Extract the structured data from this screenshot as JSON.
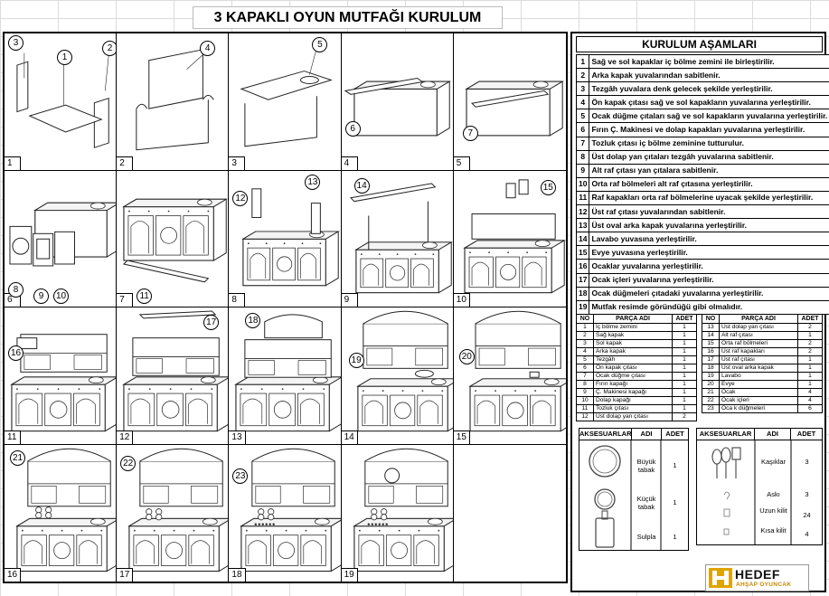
{
  "document": {
    "title": "3 KAPAKLI OYUN MUTFAĞI KURULUM"
  },
  "steps": [
    {
      "number": "1",
      "callouts": [
        "3",
        "1",
        "2"
      ]
    },
    {
      "number": "2",
      "callouts": [
        "4"
      ]
    },
    {
      "number": "3",
      "callouts": [
        "5"
      ]
    },
    {
      "number": "4",
      "callouts": [
        "6"
      ]
    },
    {
      "number": "5",
      "callouts": [
        "7"
      ]
    },
    {
      "number": "6",
      "callouts": [
        "8",
        "9",
        "10"
      ]
    },
    {
      "number": "7",
      "callouts": [
        "11"
      ]
    },
    {
      "number": "8",
      "callouts": [
        "12",
        "13"
      ]
    },
    {
      "number": "9",
      "callouts": [
        "14"
      ]
    },
    {
      "number": "10",
      "callouts": [
        "15"
      ]
    },
    {
      "number": "11",
      "callouts": [
        "16"
      ]
    },
    {
      "number": "12",
      "callouts": [
        "17"
      ]
    },
    {
      "number": "13",
      "callouts": [
        "18"
      ]
    },
    {
      "number": "14",
      "callouts": [
        "19"
      ]
    },
    {
      "number": "15",
      "callouts": [
        "20"
      ]
    },
    {
      "number": "16",
      "callouts": [
        "21"
      ]
    },
    {
      "number": "17",
      "callouts": [
        "22"
      ]
    },
    {
      "number": "18",
      "callouts": [
        "23"
      ]
    },
    {
      "number": "19",
      "callouts": []
    }
  ],
  "assembly": {
    "title": "KURULUM AŞAMLARI",
    "stages": [
      {
        "no": "1",
        "text": "Sağ ve sol kapaklar iç bölme zemini ile birleştirilir."
      },
      {
        "no": "2",
        "text": "Arka kapak yuvalarından sabitlenir."
      },
      {
        "no": "3",
        "text": "Tezgâh yuvalara denk gelecek şekilde yerleştirilir."
      },
      {
        "no": "4",
        "text": "Ön kapak çıtası sağ ve sol kapakların yuvalarına yerleştirilir."
      },
      {
        "no": "5",
        "text": "Ocak düğme çıtaları sağ ve sol kapakların yuvalarına yerleştirilir."
      },
      {
        "no": "6",
        "text": "Fırın Ç. Makinesi ve dolap kapakları yuvalarına yerleştirilir."
      },
      {
        "no": "7",
        "text": "Tozluk çıtası iç bölme zeminine tutturulur."
      },
      {
        "no": "8",
        "text": "Üst dolap yan çıtaları tezgâh yuvalarına sabitlenir."
      },
      {
        "no": "9",
        "text": "Alt raf çıtası yan çıtalara sabitlenir."
      },
      {
        "no": "10",
        "text": "Orta raf bölmeleri alt raf çıtasına yerleştirilir."
      },
      {
        "no": "11",
        "text": "Raf kapakları orta raf bölmelerine uyacak şekilde yerleştirilir."
      },
      {
        "no": "12",
        "text": "Üst raf çıtası yuvalarından sabitlenir."
      },
      {
        "no": "13",
        "text": "Üst oval arka kapak yuvalarına yerleştirilir."
      },
      {
        "no": "14",
        "text": "Lavabo yuvasına yerleştirilir."
      },
      {
        "no": "15",
        "text": "Evye yuvasına yerleştirilir."
      },
      {
        "no": "16",
        "text": "Ocaklar yuvalarına yerleştirilir."
      },
      {
        "no": "17",
        "text": "Ocak içleri yuvalarına yerleştirilir."
      },
      {
        "no": "18",
        "text": "Ocak düğmeleri çıtadaki yuvalarına yerleştirilir."
      },
      {
        "no": "19",
        "text": "Mutfak resimde göründüğü gibi olmalıdır."
      }
    ]
  },
  "parts": {
    "headers": [
      "NO",
      "PARÇA ADI",
      "ADET"
    ],
    "left": [
      {
        "no": "1",
        "name": "İç bölme zemini",
        "qty": "1"
      },
      {
        "no": "2",
        "name": "Sağ kapak",
        "qty": "1"
      },
      {
        "no": "3",
        "name": "Sol kapak",
        "qty": "1"
      },
      {
        "no": "4",
        "name": "Arka kapak",
        "qty": "1"
      },
      {
        "no": "5",
        "name": "Tezgâh",
        "qty": "1"
      },
      {
        "no": "6",
        "name": "Ön kapak çıtası",
        "qty": "1"
      },
      {
        "no": "7",
        "name": "Ocak düğme çıtası",
        "qty": "1"
      },
      {
        "no": "8",
        "name": "Fırın kapağı",
        "qty": "1"
      },
      {
        "no": "9",
        "name": "Ç. Makinesi kapağı",
        "qty": "1"
      },
      {
        "no": "10",
        "name": "Dolap kapağı",
        "qty": "1"
      },
      {
        "no": "11",
        "name": "Tozluk çıtası",
        "qty": "1"
      },
      {
        "no": "12",
        "name": "Üst dolap yan çıtası",
        "qty": "2"
      }
    ],
    "right": [
      {
        "no": "13",
        "name": "Üst dolap yan çıtası",
        "qty": "2"
      },
      {
        "no": "14",
        "name": "Alt raf çıtası",
        "qty": "1"
      },
      {
        "no": "15",
        "name": "Orta raf bölmeleri",
        "qty": "2"
      },
      {
        "no": "16",
        "name": "Üst raf kapakları",
        "qty": "2"
      },
      {
        "no": "17",
        "name": "Üst raf çıtası",
        "qty": "1"
      },
      {
        "no": "18",
        "name": "Üst oval arka kapak",
        "qty": "1"
      },
      {
        "no": "19",
        "name": "Lavabo",
        "qty": "1"
      },
      {
        "no": "20",
        "name": "Evye",
        "qty": "1"
      },
      {
        "no": "21",
        "name": "Ocak",
        "qty": "4"
      },
      {
        "no": "22",
        "name": "Ocak içleri",
        "qty": "4"
      },
      {
        "no": "23",
        "name": "Oca k düğmeleri",
        "qty": "6"
      }
    ]
  },
  "accessories_left": {
    "headers": [
      "AKSESUARLAR",
      "ADI",
      "ADET"
    ],
    "rows": [
      {
        "name": "Büyük tabak",
        "qty": "1",
        "icon": "large-plate-icon"
      },
      {
        "name": "Küçük tabak",
        "qty": "1",
        "icon": "small-plate-icon"
      },
      {
        "name": "Sulpla",
        "qty": "1",
        "icon": "cutting-board-icon"
      }
    ]
  },
  "accessories_right": {
    "headers": [
      "AKSESUARLAR",
      "ADI",
      "ADET"
    ],
    "rows": [
      {
        "name": "Kaşıklar",
        "qty": "3",
        "icon": "spoons-icon"
      },
      {
        "name": "Askı",
        "qty": "3",
        "icon": "hanger-icon"
      },
      {
        "name": "Uzun kilit",
        "qty": "24",
        "icon": "long-lock-icon"
      },
      {
        "name": "Kısa kilit",
        "qty": "4",
        "icon": "short-lock-icon"
      }
    ]
  },
  "brand": {
    "name": "HEDEF",
    "subtitle": "AHŞAP OYUNCAK",
    "accent": "#e0a400"
  }
}
